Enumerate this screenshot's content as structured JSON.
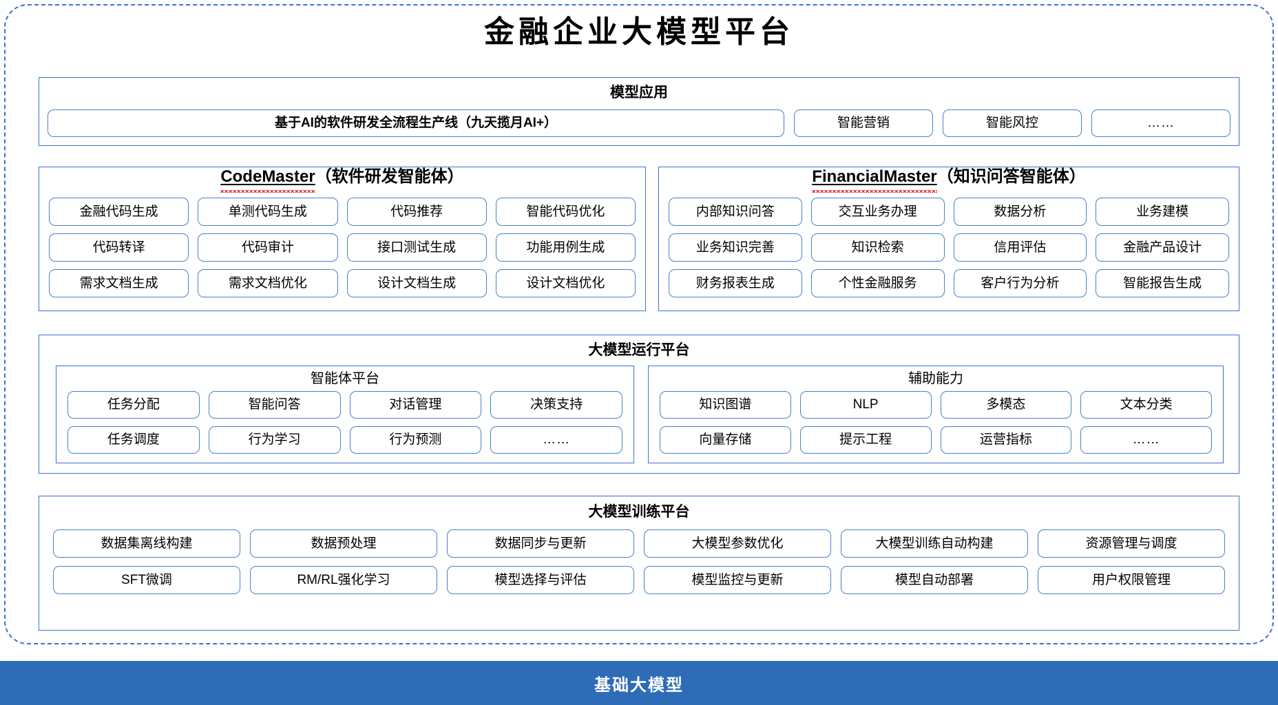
{
  "page": {
    "title": "金融企业大模型平台",
    "colors": {
      "frame_border": "#3a6fd8",
      "pill_border": "#4a7ec9",
      "base_bar_bg": "#2e6cb8",
      "spellcheck_squiggle": "#e03131",
      "text": "#000000"
    }
  },
  "model_application": {
    "title": "模型应用",
    "primary_item": "基于AI的软件研发全流程生产线（九天揽月AI+）",
    "items": [
      "智能营销",
      "智能风控",
      "……"
    ]
  },
  "agents": [
    {
      "name_en": "CodeMaster",
      "name_cn": "（软件研发智能体）",
      "rows": [
        [
          "金融代码生成",
          "单测代码生成",
          "代码推荐",
          "智能代码优化"
        ],
        [
          "代码转译",
          "代码审计",
          "接口测试生成",
          "功能用例生成"
        ],
        [
          "需求文档生成",
          "需求文档优化",
          "设计文档生成",
          "设计文档优化"
        ]
      ]
    },
    {
      "name_en": "FinancialMaster",
      "name_cn": "（知识问答智能体）",
      "rows": [
        [
          "内部知识问答",
          "交互业务办理",
          "数据分析",
          "业务建模"
        ],
        [
          "业务知识完善",
          "知识检索",
          "信用评估",
          "金融产品设计"
        ],
        [
          "财务报表生成",
          "个性金融服务",
          "客户行为分析",
          "智能报告生成"
        ]
      ]
    }
  ],
  "run_platform": {
    "title": "大模型运行平台",
    "subsections": [
      {
        "title": "智能体平台",
        "rows": [
          [
            "任务分配",
            "智能问答",
            "对话管理",
            "决策支持"
          ],
          [
            "任务调度",
            "行为学习",
            "行为预测",
            "……"
          ]
        ]
      },
      {
        "title": "辅助能力",
        "rows": [
          [
            "知识图谱",
            "NLP",
            "多模态",
            "文本分类"
          ],
          [
            "向量存储",
            "提示工程",
            "运营指标",
            "……"
          ]
        ]
      }
    ]
  },
  "train_platform": {
    "title": "大模型训练平台",
    "rows": [
      [
        "数据集离线构建",
        "数据预处理",
        "数据同步与更新",
        "大模型参数优化",
        "大模型训练自动构建",
        "资源管理与调度"
      ],
      [
        "SFT微调",
        "RM/RL强化学习",
        "模型选择与评估",
        "模型监控与更新",
        "模型自动部署",
        "用户权限管理"
      ]
    ]
  },
  "base_model": {
    "label": "基础大模型"
  }
}
